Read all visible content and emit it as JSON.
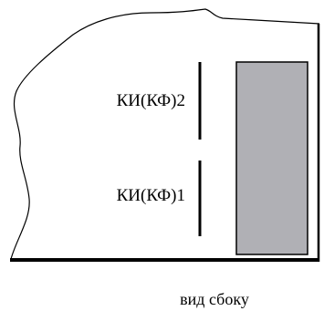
{
  "labels": {
    "sensor_top": "КИ(КФ)2",
    "sensor_bottom": "КИ(КФ)1",
    "caption": "вид сбоку"
  },
  "colors": {
    "stroke": "#000000",
    "block_fill": "#b0b0b5",
    "background": "#ffffff"
  }
}
